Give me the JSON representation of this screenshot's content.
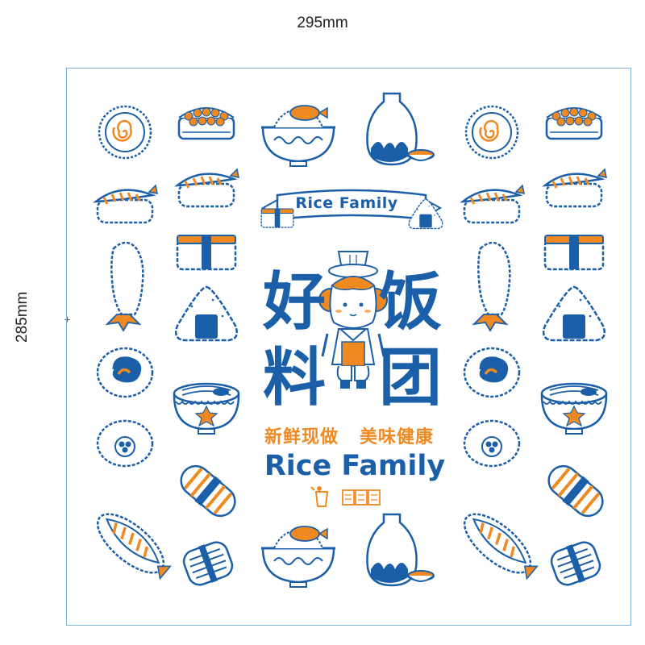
{
  "dimensions": {
    "width_label": "295mm",
    "height_label": "285mm"
  },
  "colors": {
    "blue": "#1b5fa8",
    "orange": "#ef8a23",
    "border": "#7fb3d5"
  },
  "banner": {
    "text": "Rice Family"
  },
  "title": {
    "chars": [
      "好",
      "饭",
      "料",
      "团"
    ]
  },
  "slogans": {
    "left": "新鲜现做",
    "right": "美味健康"
  },
  "brand_name": "Rice Family",
  "icons": [
    "recycle-bin-icon",
    "food-safety-mark-icon"
  ]
}
